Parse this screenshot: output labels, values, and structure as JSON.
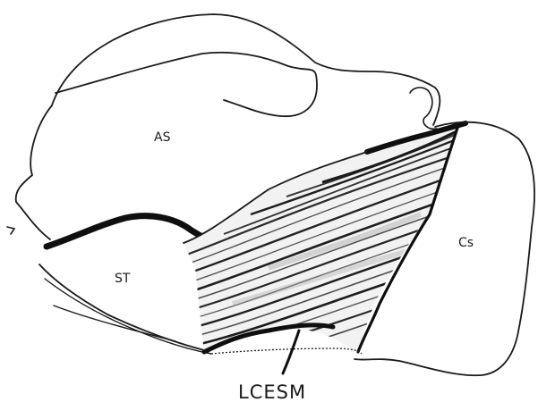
{
  "labels": {
    "as": "AS",
    "st": "ST",
    "cs": "Cs",
    "lcesm": "LCESM"
  },
  "colors": {
    "ink": "#141414",
    "paper": "#ffffff",
    "shade": "#6e6e6e"
  }
}
